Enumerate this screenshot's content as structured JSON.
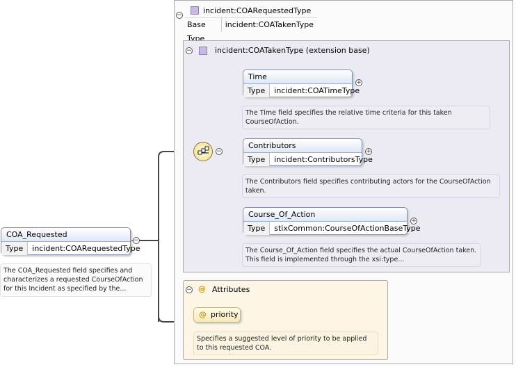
{
  "root": {
    "name": "COA_Requested",
    "type_key": "Type",
    "type_value": "incident:COARequestedType",
    "doc": "The COA_Requested field specifies and characterizes a requested CourseOfAction for this Incident as specified by the..."
  },
  "complex_type": {
    "name": "incident:COARequestedType",
    "base_key": "Base Type",
    "base_value": "incident:COATakenType"
  },
  "extension": {
    "title": "incident:COATakenType (extension base)"
  },
  "elements": [
    {
      "name": "Time",
      "type_key": "Type",
      "type_value": "incident:COATimeType",
      "doc": "The Time field specifies the relative time criteria for this taken CourseOfAction."
    },
    {
      "name": "Contributors",
      "type_key": "Type",
      "type_value": "incident:ContributorsType",
      "doc": "The Contributors field specifies contributing actors for the CourseOfAction taken."
    },
    {
      "name": "Course_Of_Action",
      "type_key": "Type",
      "type_value": "stixCommon:CourseOfActionBaseType",
      "doc": "The Course_Of_Action field specifies the actual CourseOfAction taken. This field is implemented through the xsi:type..."
    }
  ],
  "attributes": {
    "title": "Attributes",
    "at_symbol": "@",
    "items": [
      {
        "name": "priority",
        "doc": "Specifies a suggested level of priority to be applied to this requested COA."
      }
    ]
  },
  "icons": {
    "collapse": "−",
    "expand": "+",
    "type_square_color": "#c7bbe5",
    "sequence_icon": "sequence-icon"
  },
  "colors": {
    "element_border": "#7d8fb2",
    "extension_bg": "#eceaf2",
    "attribute_bg": "#fdf6e6",
    "connector": "#444444"
  }
}
